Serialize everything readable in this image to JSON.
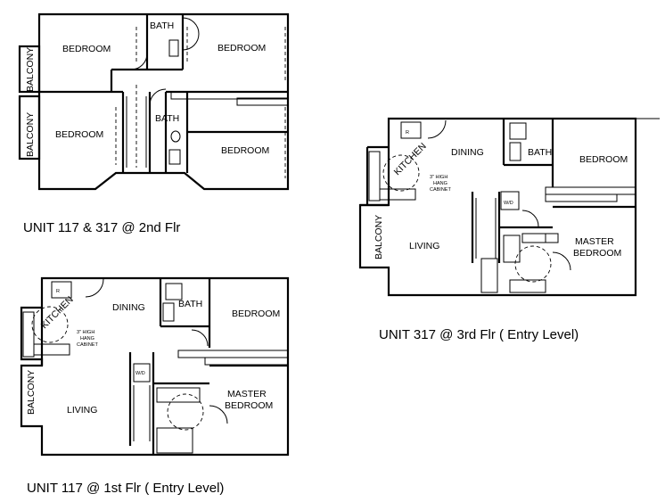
{
  "plans": [
    {
      "caption": "UNIT 117 & 317  @ 2nd Flr",
      "rooms": {
        "bedroom_a": "BEDROOM",
        "bedroom_b": "BEDROOM",
        "bedroom_c": "BEDROOM",
        "bedroom_d": "BEDROOM",
        "bath_a": "BATH",
        "bath_b": "BATH"
      },
      "balconies": [
        "BALCONY",
        "BALCONY"
      ]
    },
    {
      "caption": "UNIT 317 @ 3rd Flr  ( Entry Level)",
      "rooms": {
        "dining": "DINING",
        "kitchen": "KITCHEN",
        "bath": "BATH",
        "bedroom": "BEDROOM",
        "living": "LIVING",
        "master": "MASTER",
        "master2": "BEDROOM"
      },
      "balcony": "BALCONY",
      "cabinet": [
        "3\" HIGH",
        "HANG",
        "CABINET"
      ],
      "fridge": "R",
      "washer": "W/D"
    },
    {
      "caption": "UNIT 117 @ 1st Flr  ( Entry Level)",
      "rooms": {
        "dining": "DINING",
        "kitchen": "KITCHEN",
        "bath": "BATH",
        "bedroom": "BEDROOM",
        "living": "LIVING",
        "master": "MASTER",
        "master2": "BEDROOM"
      },
      "balcony": "BALCONY",
      "cabinet": [
        "3\" HIGH",
        "HANG",
        "CABINET"
      ],
      "fridge": "R",
      "washer": "W/D"
    }
  ]
}
